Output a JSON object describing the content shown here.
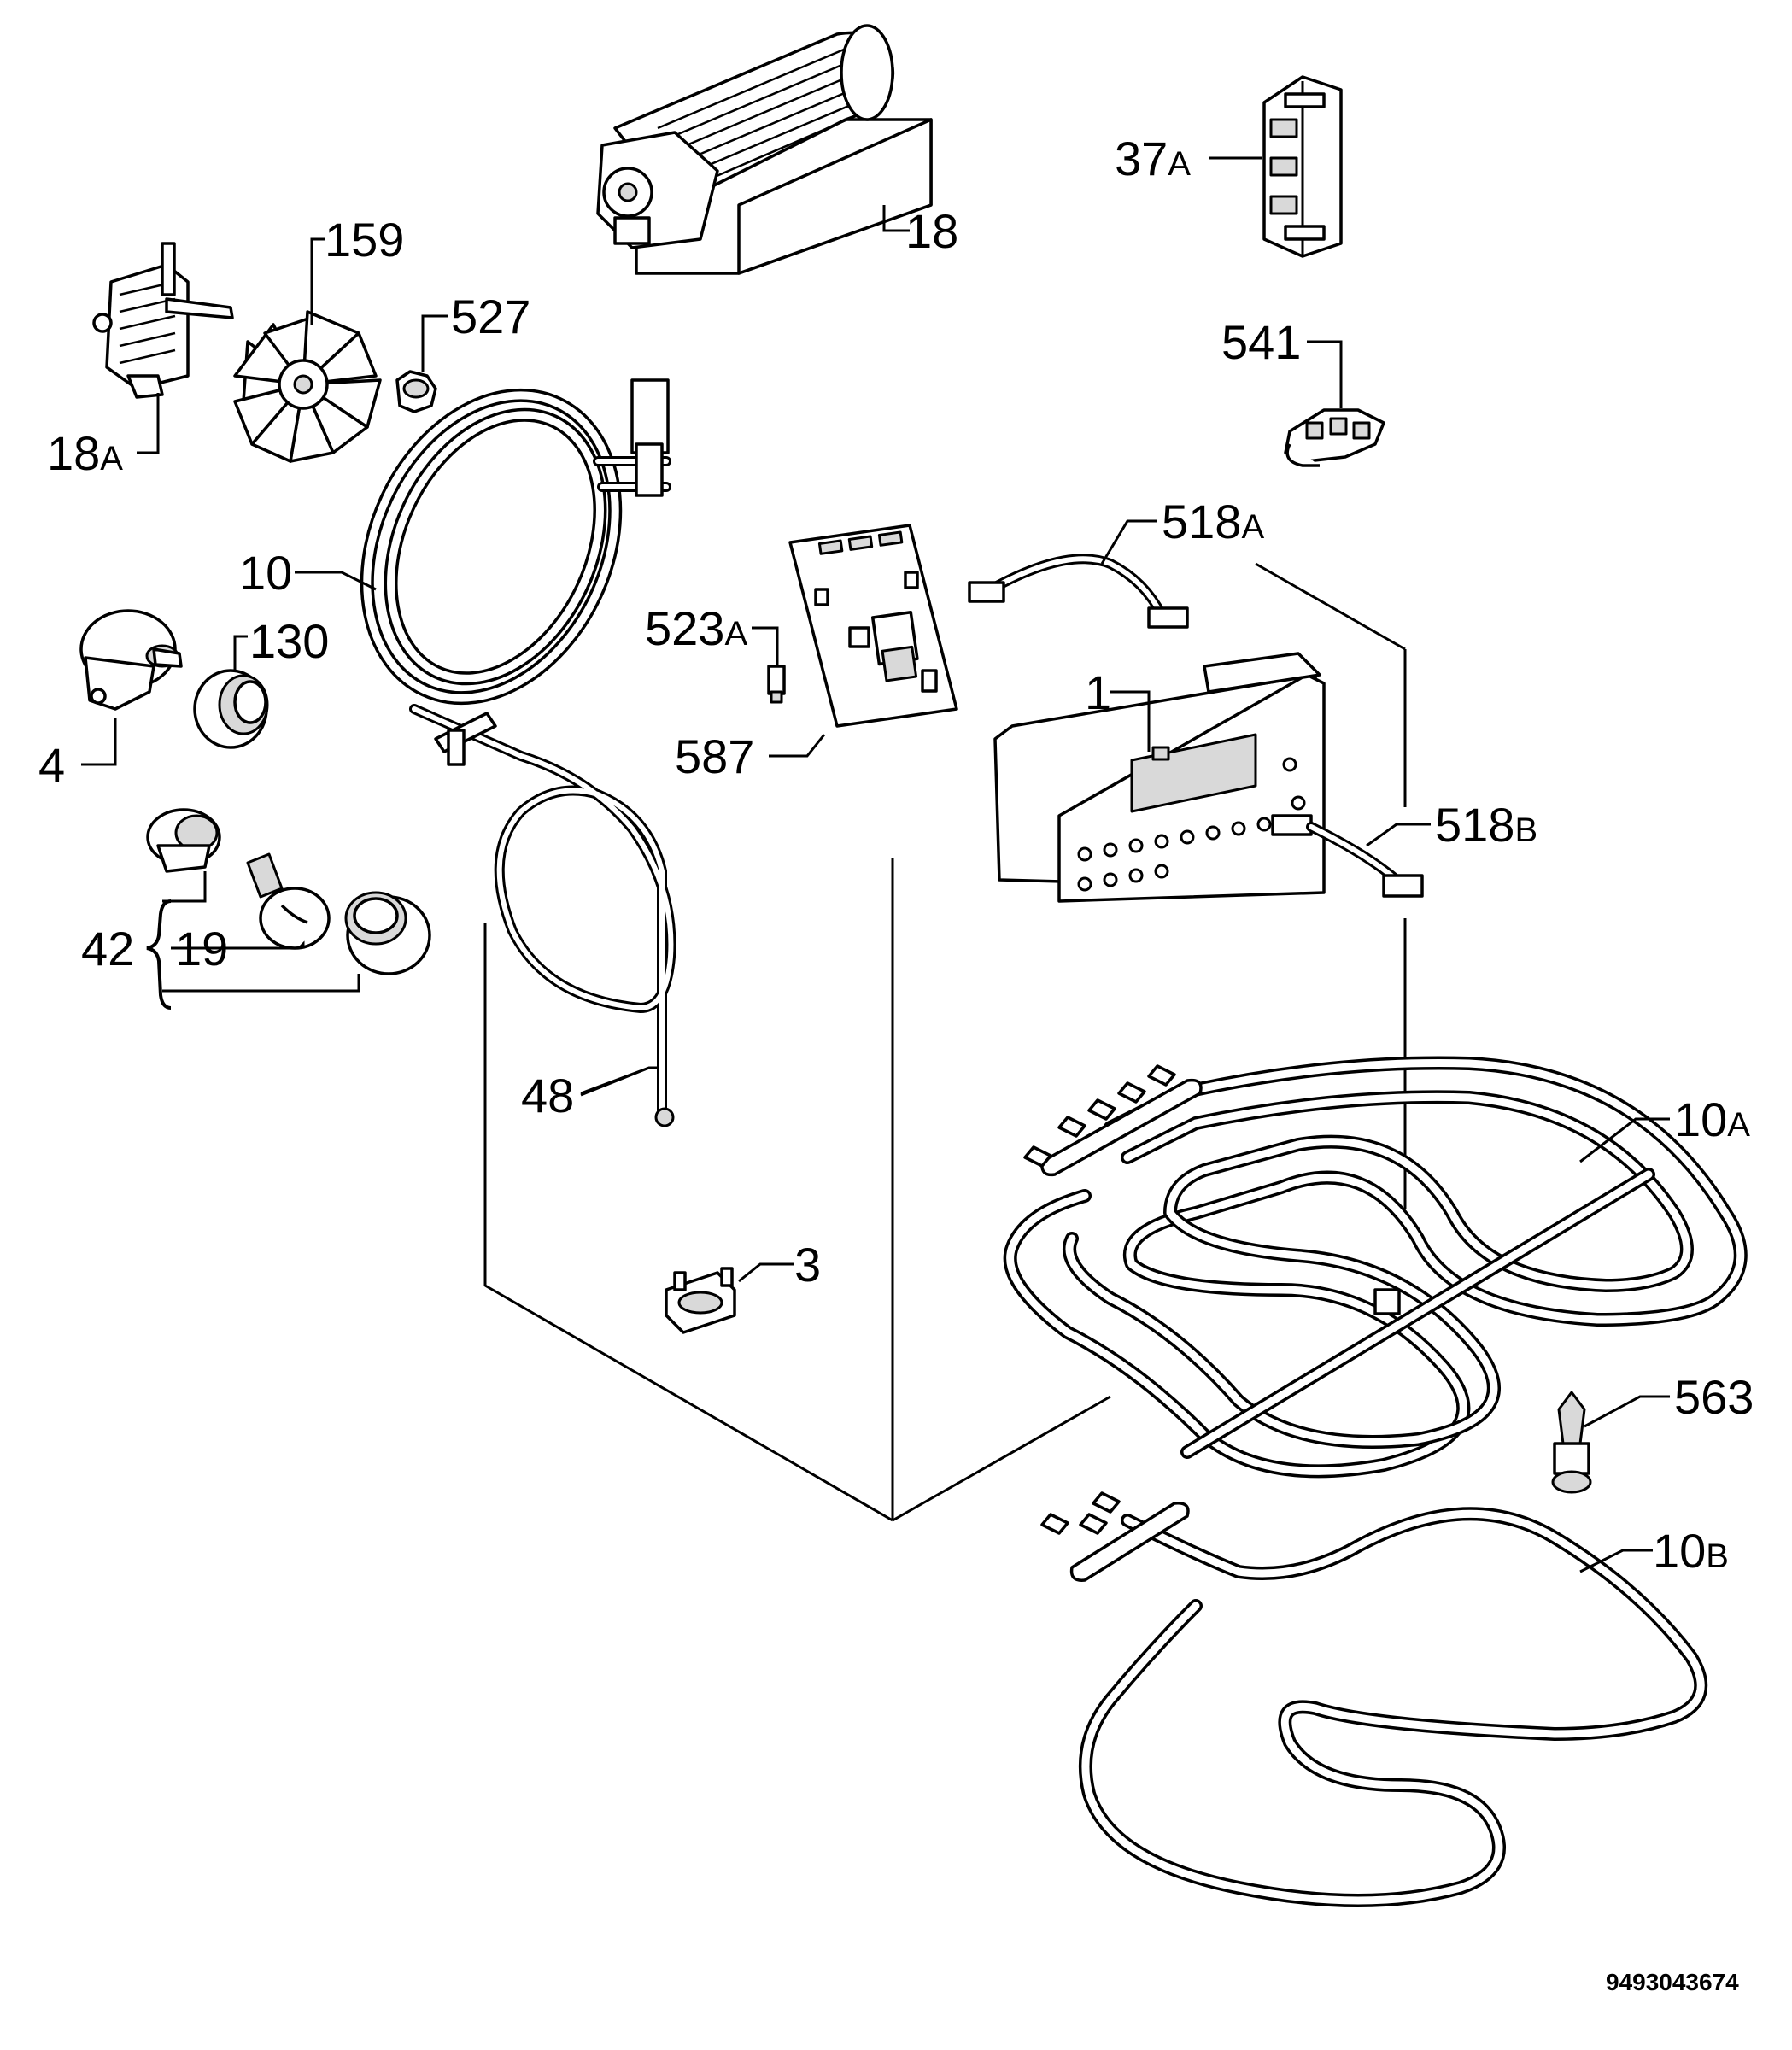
{
  "labels": {
    "p18": "18",
    "p37a_num": "37",
    "p37a_suf": "A",
    "p159": "159",
    "p527": "527",
    "p541": "541",
    "p18a_num": "18",
    "p18a_suf": "A",
    "p518a_num": "518",
    "p518a_suf": "A",
    "p10": "10",
    "p130": "130",
    "p523a_num": "523",
    "p523a_suf": "A",
    "p1": "1",
    "p4": "4",
    "p587": "587",
    "p518b_num": "518",
    "p518b_suf": "B",
    "p42": "42",
    "p19": "19",
    "p48": "48",
    "p10a_num": "10",
    "p10a_suf": "A",
    "p3": "3",
    "p563": "563",
    "p10b_num": "10",
    "p10b_suf": "B"
  },
  "reference_number": "9493043674"
}
